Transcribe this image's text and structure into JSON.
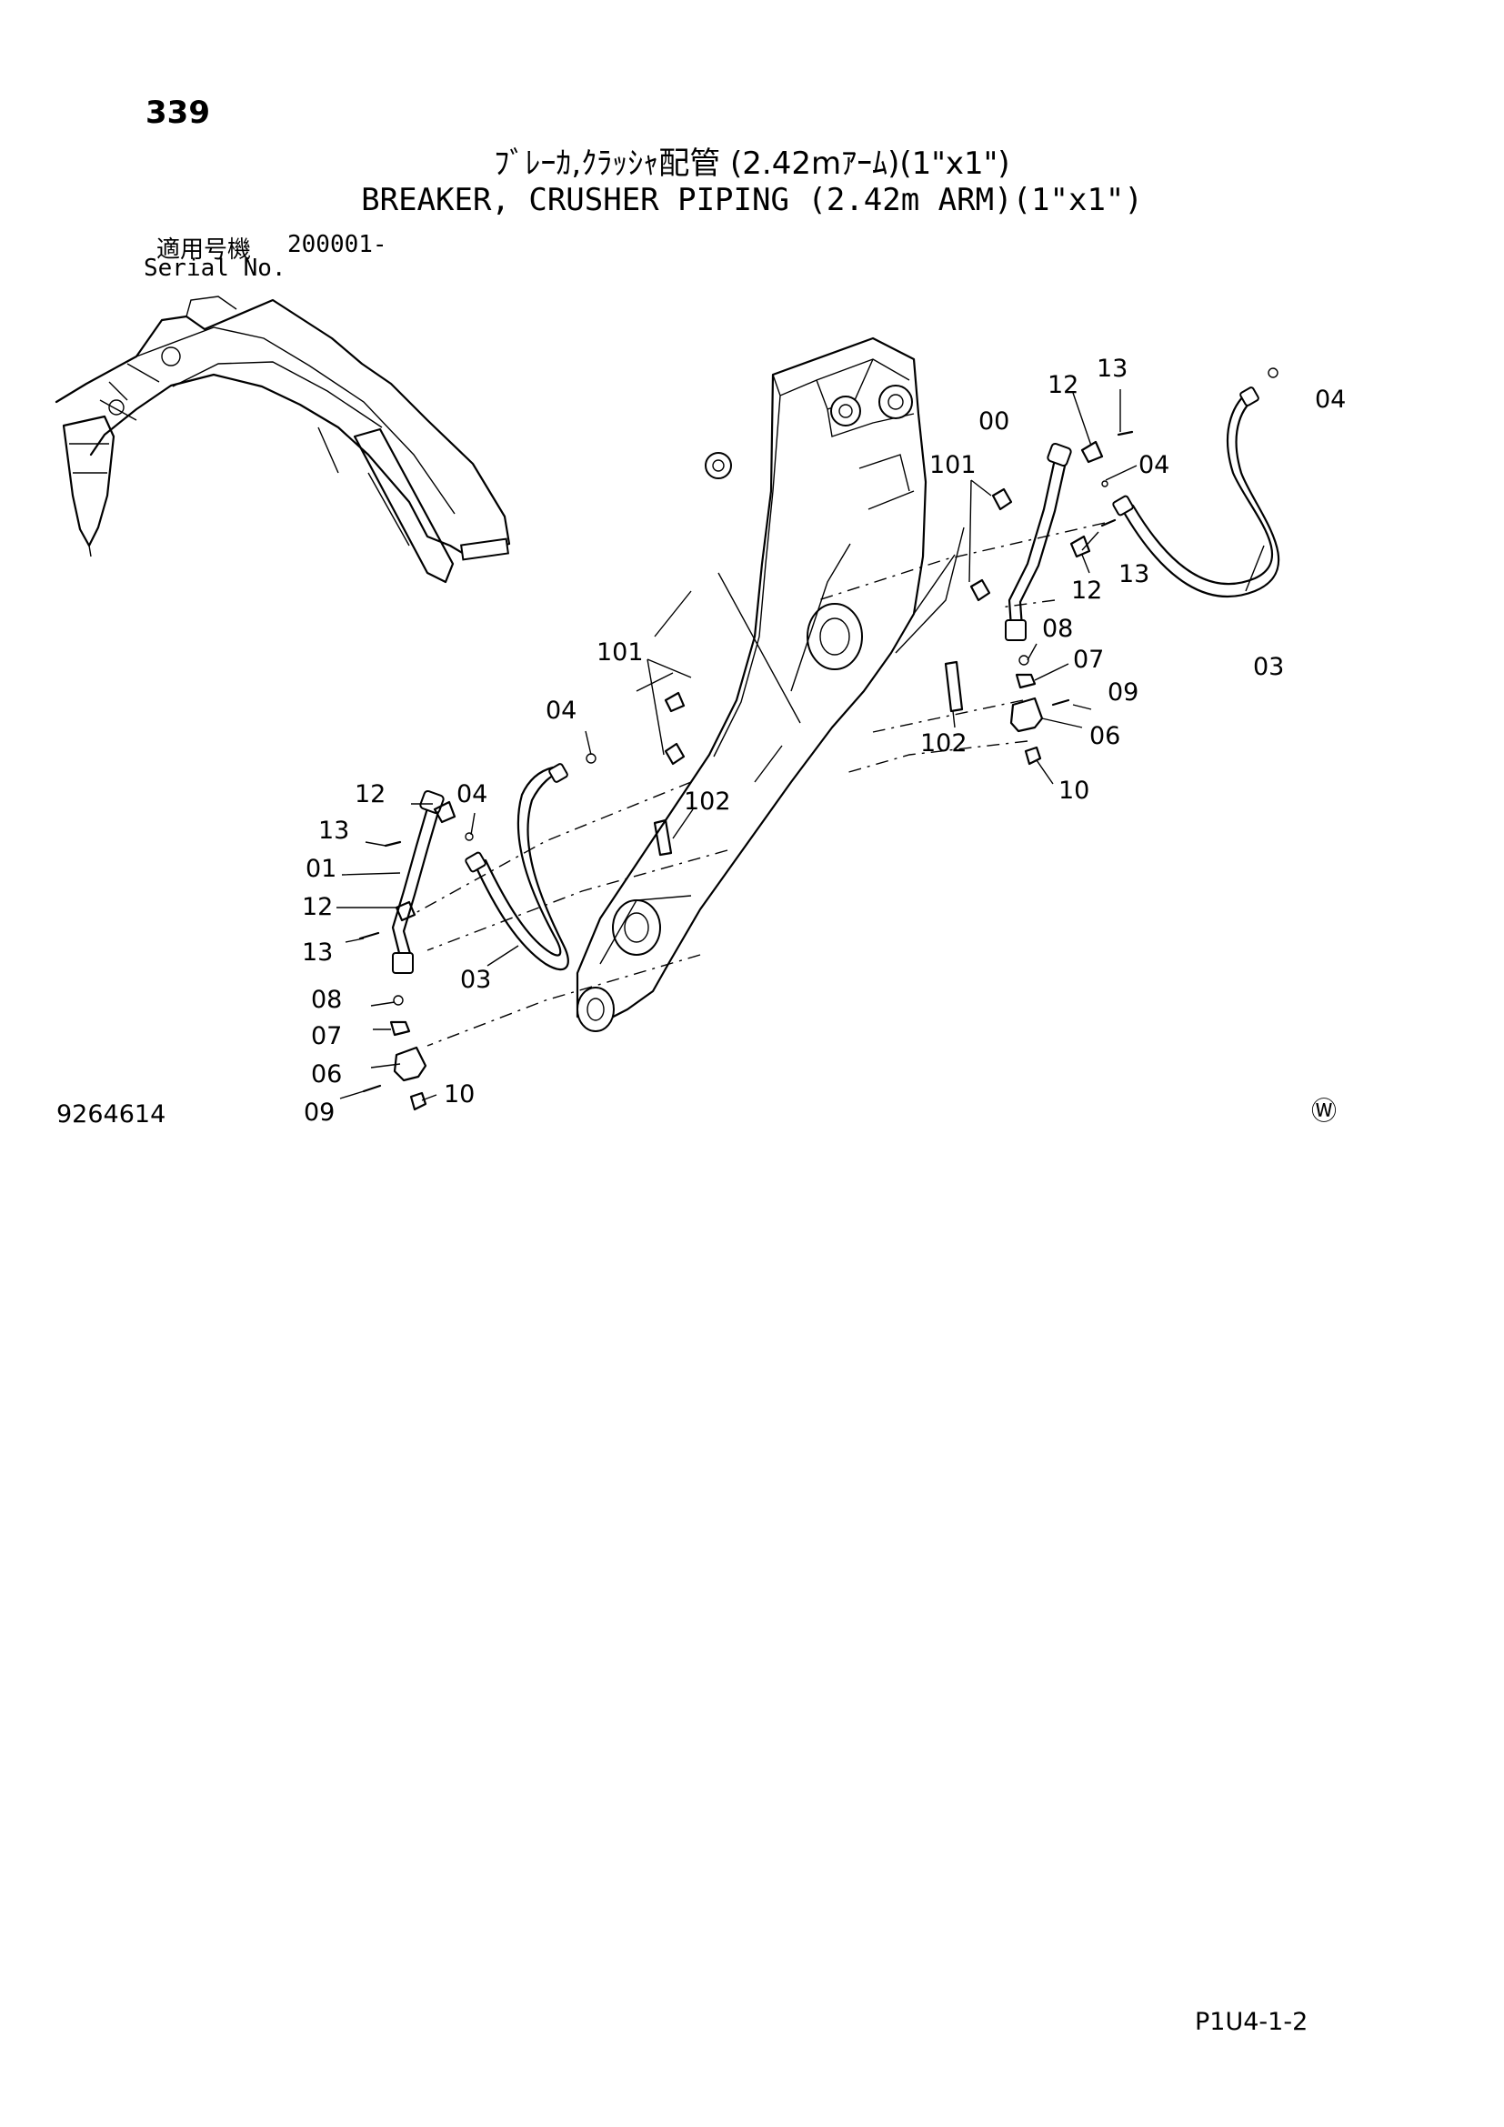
{
  "header": {
    "page_number": "339",
    "title_jp": "ﾌﾞﾚｰｶ,ｸﾗｯｼｬ配管 (2.42mｱｰﾑ)(1\"x1\")",
    "title_en": "BREAKER, CRUSHER PIPING (2.42m ARM)(1\"x1\")",
    "serial_label_jp": "適用号機",
    "serial_label_en": "Serial No.",
    "serial_value": "200001-"
  },
  "footer": {
    "drawing_number": "9264614",
    "corner_mark": "Ⓦ",
    "sheet_ref": "P1U4-1-2"
  },
  "callouts": {
    "c00": "00",
    "c101a": "101",
    "c12a": "12",
    "c13a": "13",
    "c04a": "04",
    "c04b": "04",
    "c13b": "13",
    "c12b": "12",
    "c03a": "03",
    "c08a": "08",
    "c07a": "07",
    "c09a": "09",
    "c06a": "06",
    "c102a": "102",
    "c10a": "10",
    "c101b": "101",
    "c04c": "04",
    "c12c": "12",
    "c04d": "04",
    "c13c": "13",
    "c102b": "102",
    "c01": "01",
    "c12d": "12",
    "c13d": "13",
    "c03b": "03",
    "c08b": "08",
    "c07b": "07",
    "c06b": "06",
    "c09b": "09",
    "c10b": "10"
  }
}
